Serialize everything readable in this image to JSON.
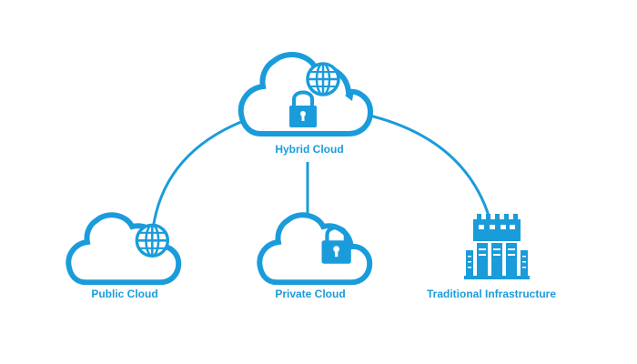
{
  "colors": {
    "accent": "#1A9CDB",
    "background": "#FFFFFF"
  },
  "nodes": {
    "hybrid": {
      "label": "Hybrid Cloud",
      "icon": "cloud-with-lock-and-globe-icon"
    },
    "public": {
      "label": "Public Cloud",
      "icon": "cloud-with-globe-icon"
    },
    "private": {
      "label": "Private Cloud",
      "icon": "cloud-with-lock-icon"
    },
    "traditional": {
      "label": "Traditional Infrastructure",
      "icon": "server-building-icon"
    }
  }
}
